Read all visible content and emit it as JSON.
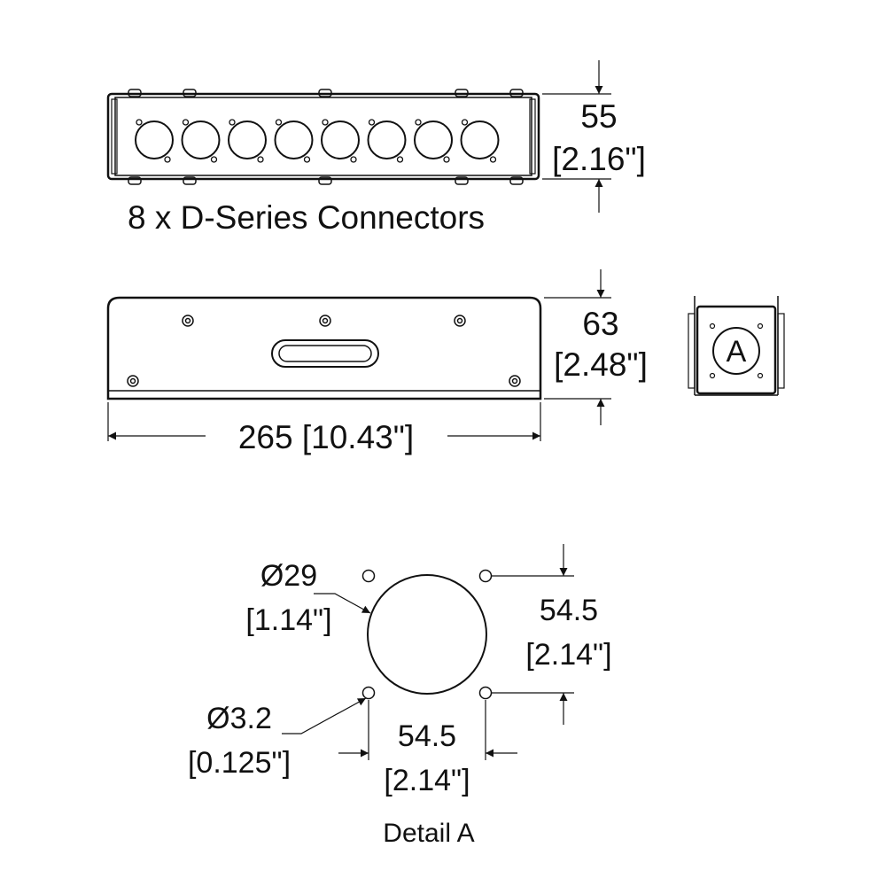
{
  "top_view": {
    "caption": "8 x D-Series Connectors",
    "height_mm": "55",
    "height_in": "[2.16\"]",
    "connector_count": 8
  },
  "front_view": {
    "height_mm": "63",
    "height_in": "[2.48\"]",
    "length_label": "265 [10.43\"]"
  },
  "side_view": {
    "detail_marker": "A"
  },
  "detail_a": {
    "title": "Detail A",
    "hole_dia_mm": "Ø29",
    "hole_dia_in": "[1.14\"]",
    "screw_dia_mm": "Ø3.2",
    "screw_dia_in": "[0.125\"]",
    "v_spacing_mm": "54.5",
    "v_spacing_in": "[2.14\"]",
    "h_spacing_mm": "54.5",
    "h_spacing_in": "[2.14\"]"
  },
  "colors": {
    "line": "#111111",
    "background": "#ffffff"
  }
}
